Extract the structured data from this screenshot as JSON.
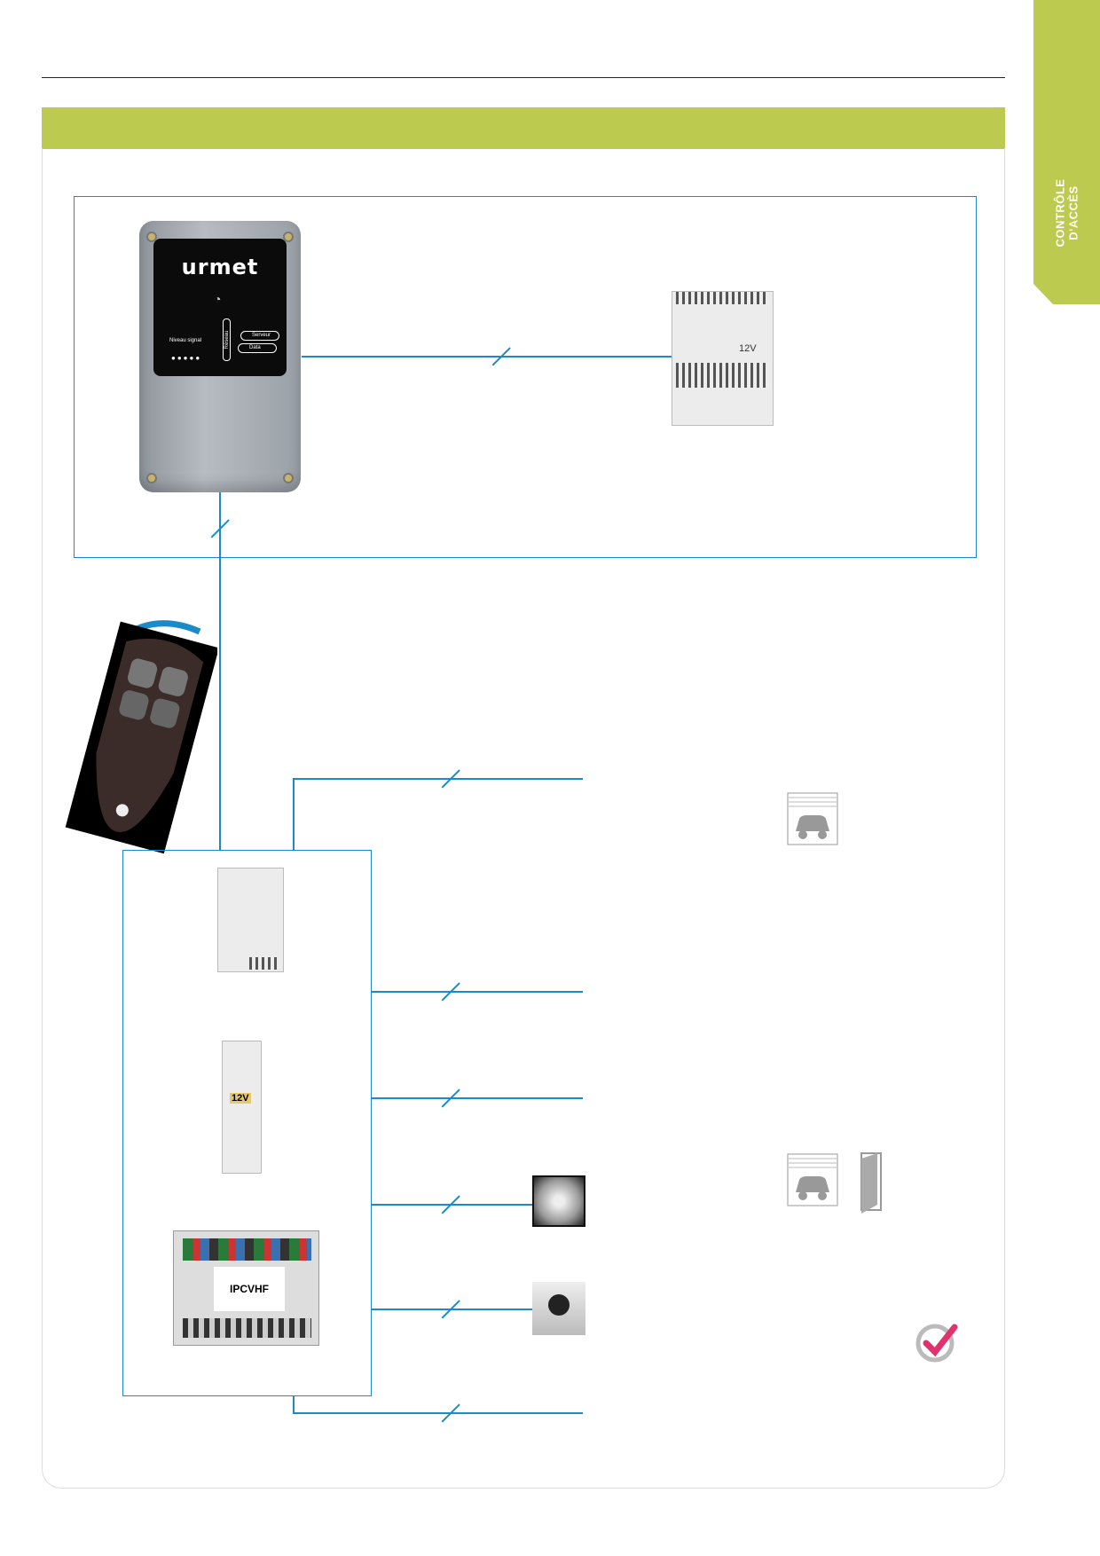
{
  "side_tab": {
    "line1": "CONTRÔLE",
    "line2": "D'ACCÈS"
  },
  "gateway": {
    "brand": "urmet",
    "signal_label": "Niveau signal",
    "reseau_label": "Réseau",
    "server_label": "Serveur",
    "data_label": "Data"
  },
  "power_supply_top": {
    "voltage": "12V"
  },
  "power_supply_small": {
    "voltage": "12V"
  },
  "controller": {
    "model": "IPCVHF"
  },
  "colors": {
    "accent_green": "#bccb4f",
    "line_blue": "#1a8bc8",
    "check_pink": "#e0336e"
  }
}
